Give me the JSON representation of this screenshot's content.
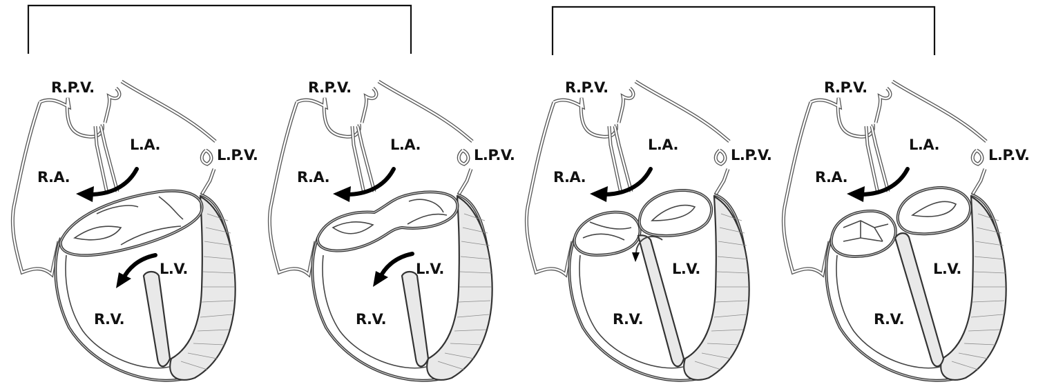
{
  "labels": {
    "rpv": "R.P.V.",
    "lpv": "L.P.V.",
    "la": "L.A.",
    "ra": "R.A.",
    "lv": "L.V.",
    "rv": "R.V."
  },
  "panels": [
    {
      "stage": "open-common-canal"
    },
    {
      "stage": "cushions-approaching"
    },
    {
      "stage": "cushions-fused"
    },
    {
      "stage": "two-separate-orifices"
    }
  ],
  "colors": {
    "line": "#333333",
    "muscle_fill": "#e9e9e9",
    "arrow": "#000000"
  }
}
